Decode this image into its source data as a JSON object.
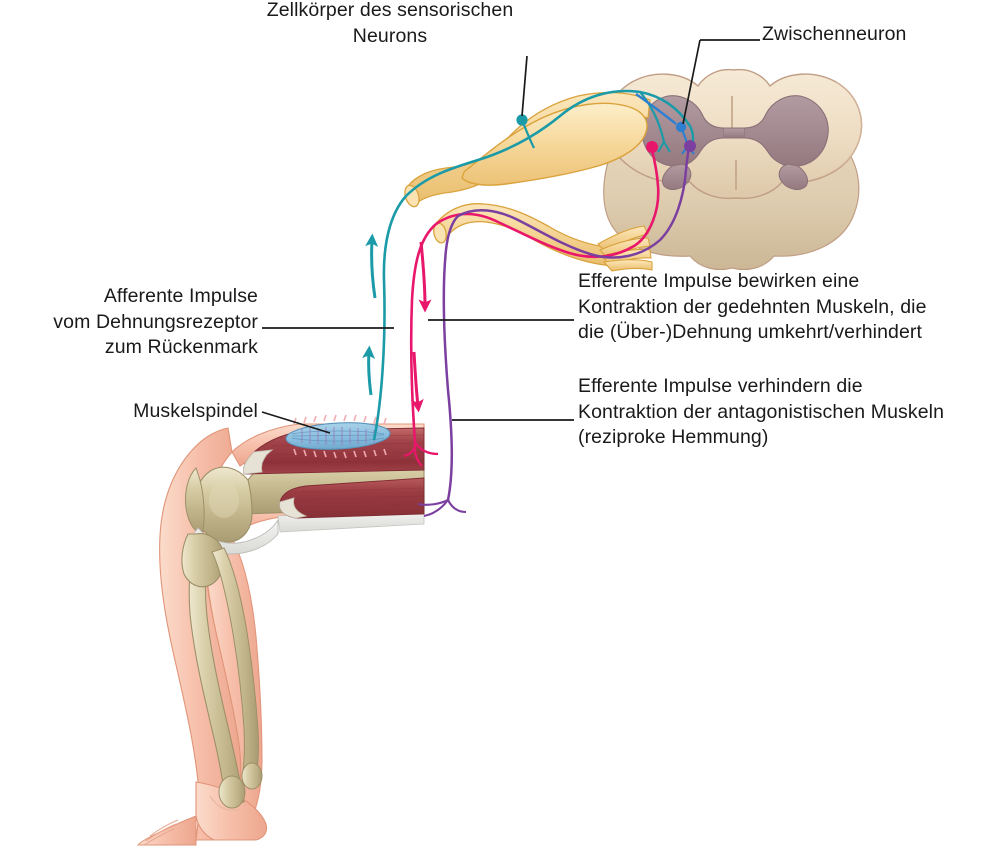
{
  "diagram": {
    "title_internal": "Stretch reflex / Dehnungsreflex",
    "labels": {
      "sensory_cell_body": "Zellkörper des sensorischen\nNeurons",
      "interneuron": "Zwischenneuron",
      "afferent": "Afferente Impulse\nvom Dehnungsrezeptor\nzum Rückenmark",
      "muscle_spindle": "Muskelspindel",
      "efferent_contraction": "Efferente Impulse bewirken eine\nKontraktion der gedehnten Muskeln, die\ndie (Über-)Dehnung umkehrt/verhindert",
      "efferent_inhibition": "Efferente Impulse verhindern die\nKontraktion der antagonistischen Muskeln\n(reziproke Hemmung)"
    },
    "colors": {
      "text": "#1a1a1a",
      "leader_line": "#1a1a1a",
      "afferent_sensory": "#1b9aa8",
      "efferent_motor": "#e8176b",
      "interneuron": "#2f7fd0",
      "antagonist_motor": "#7b3fa0",
      "grey_matter": "#a89098",
      "white_matter": "#efe0c8",
      "nerve_sheath": "#f5d79a",
      "nerve_outline": "#d9a23c",
      "muscle": "#a3434a",
      "skin": "#f7c0ab",
      "bone": "#c8bc94",
      "cartilage": "#e8e8e6",
      "spindle_fiber": "#7fb8dc"
    },
    "structures": [
      {
        "name": "spinal-cord-cross-section",
        "region": "upper-right"
      },
      {
        "name": "dorsal-root-ganglion",
        "region": "upper-middle"
      },
      {
        "name": "dorsal-root",
        "region": "upper-middle"
      },
      {
        "name": "ventral-root",
        "region": "upper-middle"
      },
      {
        "name": "muscle-spindle",
        "region": "thigh"
      },
      {
        "name": "agonist-muscle-quadriceps",
        "region": "thigh"
      },
      {
        "name": "antagonist-muscle-hamstring",
        "region": "thigh"
      },
      {
        "name": "femur",
        "region": "leg"
      },
      {
        "name": "patella",
        "region": "knee"
      },
      {
        "name": "tibia",
        "region": "leg"
      },
      {
        "name": "fibula",
        "region": "leg"
      },
      {
        "name": "foot",
        "region": "leg"
      }
    ],
    "arrows": [
      {
        "name": "afferent-arrow-upper",
        "direction": "up",
        "color": "#1b9aa8"
      },
      {
        "name": "afferent-arrow-lower",
        "direction": "up",
        "color": "#1b9aa8"
      },
      {
        "name": "efferent-arrow-upper",
        "direction": "down",
        "color": "#e8176b"
      },
      {
        "name": "efferent-arrow-lower",
        "direction": "down",
        "color": "#e8176b"
      }
    ]
  }
}
